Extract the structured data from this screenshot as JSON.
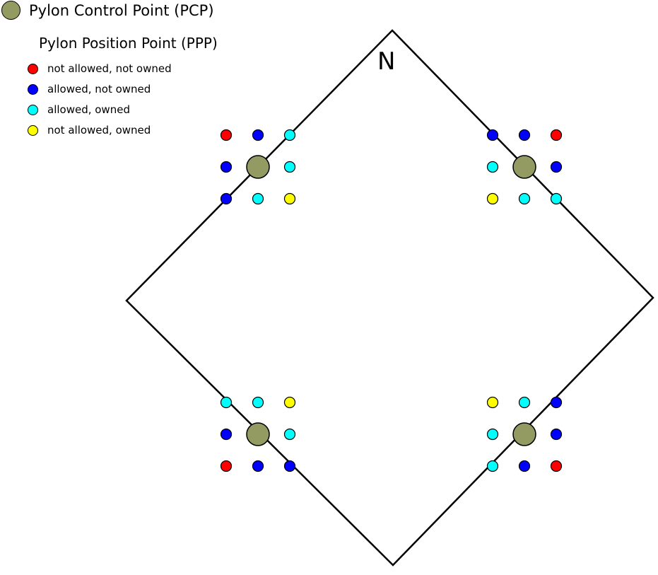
{
  "compass_label": "N",
  "colors": {
    "pcp": "#939b63",
    "red": "#ff0000",
    "blue": "#0000ff",
    "cyan": "#00ffff",
    "yellow": "#ffff00",
    "outline": "#000000",
    "course_line": "#000000"
  },
  "legend": {
    "pcp_label": "Pylon Control Point (PCP)",
    "ppp_title": "Pylon Position Point (PPP)",
    "items": [
      {
        "key": "red",
        "label": "not allowed, not owned"
      },
      {
        "key": "blue",
        "label": "allowed, not owned"
      },
      {
        "key": "cyan",
        "label": "allowed, owned"
      },
      {
        "key": "yellow",
        "label": "not allowed, owned"
      }
    ]
  },
  "course": {
    "diamond_vertices": [
      [
        555,
        43
      ],
      [
        924,
        421
      ],
      [
        556,
        799
      ],
      [
        179,
        425
      ]
    ],
    "stroke_width": 2.5,
    "pcp_radius": 16,
    "ppp_radius": 7.5,
    "clusters": [
      {
        "name": "pylon-top-left",
        "cols": [
          320,
          365,
          410
        ],
        "rows": [
          191,
          236,
          281
        ],
        "grid": [
          [
            "red",
            "blue",
            "cyan"
          ],
          [
            "blue",
            "pcp",
            "cyan"
          ],
          [
            "blue",
            "cyan",
            "yellow"
          ]
        ]
      },
      {
        "name": "pylon-top-right",
        "cols": [
          697,
          742,
          787
        ],
        "rows": [
          191,
          236,
          281
        ],
        "grid": [
          [
            "blue",
            "blue",
            "red"
          ],
          [
            "cyan",
            "pcp",
            "blue"
          ],
          [
            "yellow",
            "cyan",
            "cyan"
          ]
        ]
      },
      {
        "name": "pylon-bottom-left",
        "cols": [
          320,
          365,
          410
        ],
        "rows": [
          569,
          614,
          659
        ],
        "grid": [
          [
            "cyan",
            "cyan",
            "yellow"
          ],
          [
            "blue",
            "pcp",
            "cyan"
          ],
          [
            "red",
            "blue",
            "blue"
          ]
        ]
      },
      {
        "name": "pylon-bottom-right",
        "cols": [
          697,
          742,
          787
        ],
        "rows": [
          569,
          614,
          659
        ],
        "grid": [
          [
            "yellow",
            "cyan",
            "blue"
          ],
          [
            "cyan",
            "pcp",
            "blue"
          ],
          [
            "cyan",
            "blue",
            "red"
          ]
        ]
      }
    ]
  }
}
